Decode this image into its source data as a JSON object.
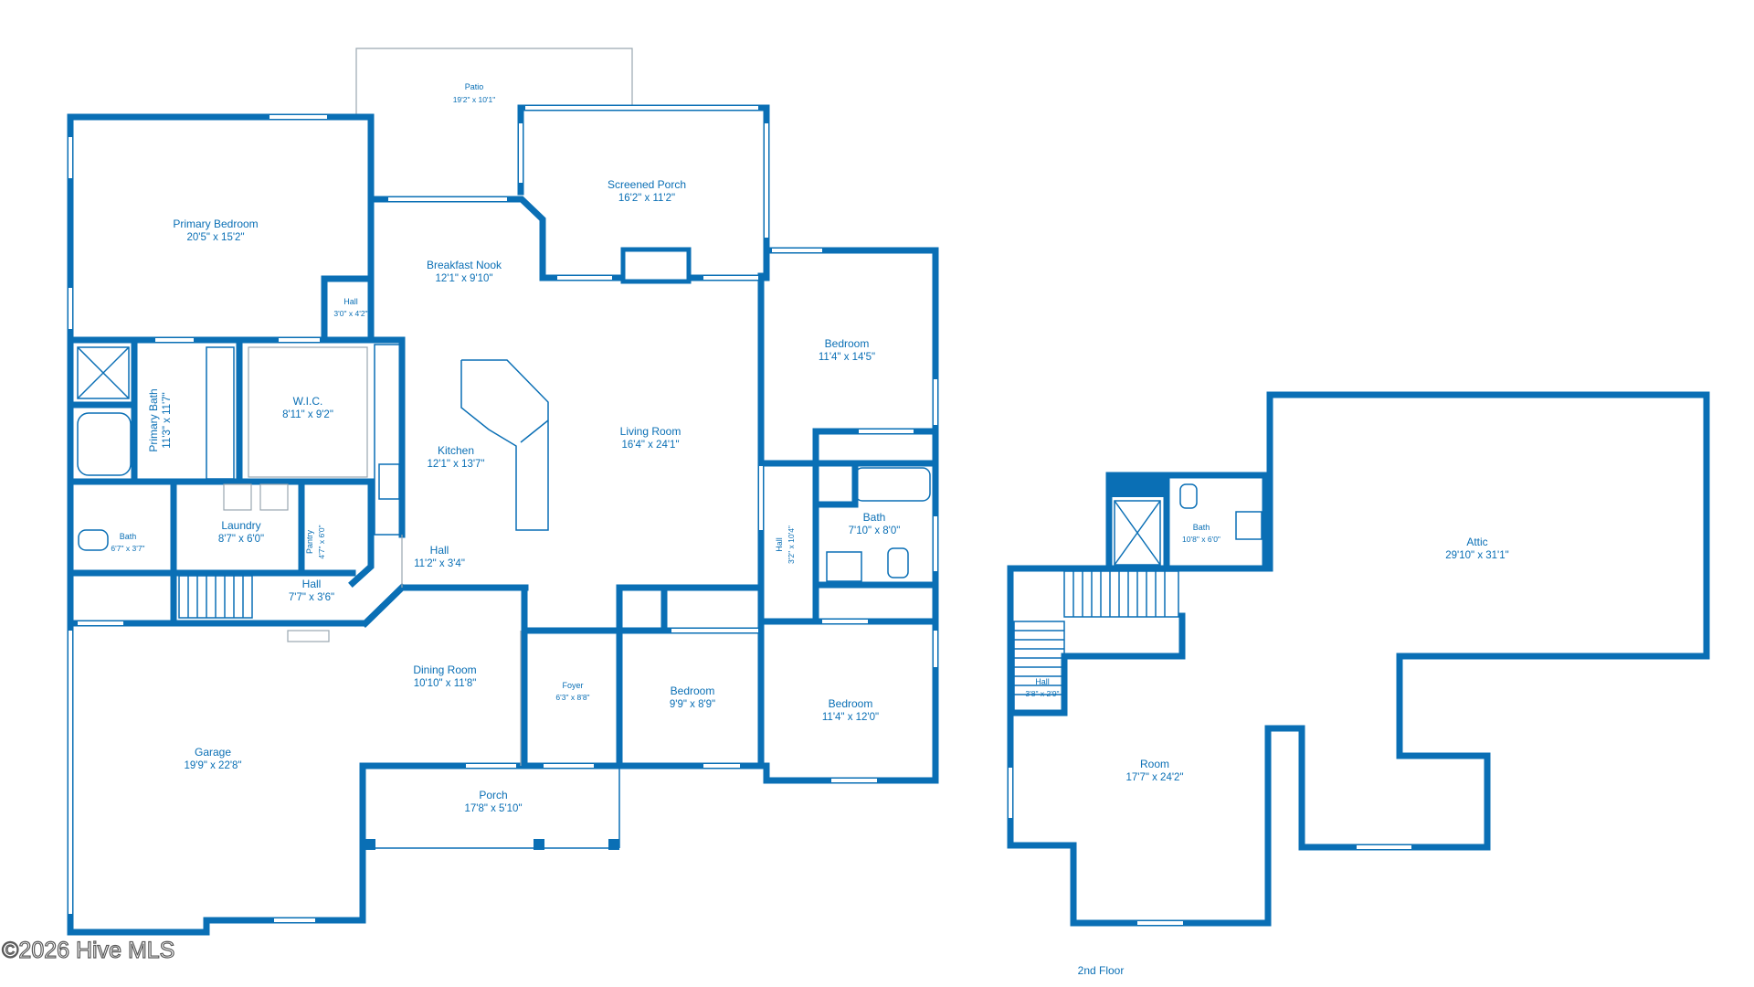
{
  "first_floor": {
    "rooms": [
      {
        "name": "Patio",
        "dims": "19'2\" x 10'1\""
      },
      {
        "name": "Screened Porch",
        "dims": "16'2\" x 11'2\""
      },
      {
        "name": "Primary Bedroom",
        "dims": "20'5\" x 15'2\""
      },
      {
        "name": "Breakfast Nook",
        "dims": "12'1\" x 9'10\""
      },
      {
        "name": "Hall",
        "dims": "3'0\" x 4'2\""
      },
      {
        "name": "Bedroom",
        "dims": "11'4\" x 14'5\""
      },
      {
        "name": "W.I.C.",
        "dims": "8'11\" x 9'2\""
      },
      {
        "name": "Primary Bath",
        "dims": "11'3\" x 11'7\""
      },
      {
        "name": "Living Room",
        "dims": "16'4\" x 24'1\""
      },
      {
        "name": "Kitchen",
        "dims": "12'1\" x 13'7\""
      },
      {
        "name": "Bath",
        "dims": "7'10\" x 8'0\""
      },
      {
        "name": "Laundry",
        "dims": "8'7\" x 6'0\""
      },
      {
        "name": "Pantry",
        "dims": "4'7\" x 6'0\""
      },
      {
        "name": "Bath",
        "dims": "6'7\" x 3'7\""
      },
      {
        "name": "Hall",
        "dims": "11'2\" x 3'4\""
      },
      {
        "name": "Hall",
        "dims": "3'2\" x 10'4\""
      },
      {
        "name": "Hall",
        "dims": "7'7\" x 3'6\""
      },
      {
        "name": "Dining Room",
        "dims": "10'10\" x 11'8\""
      },
      {
        "name": "Foyer",
        "dims": "6'3\" x 8'8\""
      },
      {
        "name": "Bedroom",
        "dims": "9'9\" x 8'9\""
      },
      {
        "name": "Bedroom",
        "dims": "11'4\" x 12'0\""
      },
      {
        "name": "Garage",
        "dims": "19'9\" x 22'8\""
      },
      {
        "name": "Porch",
        "dims": "17'8\" x 5'10\""
      }
    ]
  },
  "second_floor": {
    "label": "2nd Floor",
    "rooms": [
      {
        "name": "Attic",
        "dims": "29'10\" x 31'1\""
      },
      {
        "name": "Bath",
        "dims": "10'8\" x 6'0\""
      },
      {
        "name": "Hall",
        "dims": "3'8\" x 2'9\""
      },
      {
        "name": "Room",
        "dims": "17'7\" x 24'2\""
      }
    ]
  },
  "watermark": "©2026 Hive MLS",
  "colors": {
    "walls": "#0a6fb5",
    "background": "#ffffff"
  }
}
